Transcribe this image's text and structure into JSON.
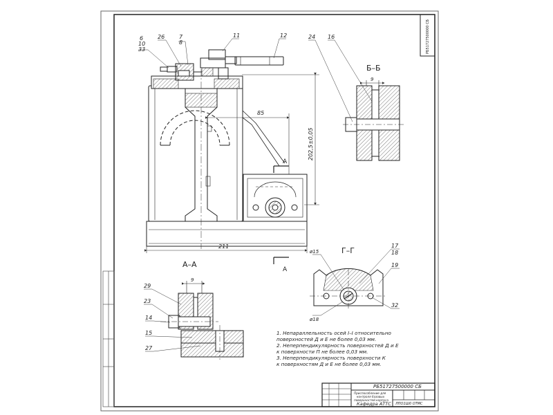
{
  "drawing": {
    "doc_code_vertical": "РБ51727500000 СБ",
    "views": {
      "section_bb": "Б–Б",
      "section_aa": "А–А",
      "section_gg": "Г–Г",
      "cut_mark_a": "А"
    },
    "callouts": {
      "c6": "6",
      "c10": "10",
      "c33": "33",
      "c26": "26",
      "c7": "7",
      "c8": "8",
      "c11": "11",
      "c12": "12",
      "c24": "24",
      "c16": "16",
      "c29": "29",
      "c23": "23",
      "c14": "14",
      "c15": "15",
      "c27": "27",
      "c17": "17",
      "c18": "18",
      "c19": "19",
      "c32": "32"
    },
    "dimensions": {
      "d85": "85",
      "d2025": "202,5±0,05",
      "d211": "211",
      "d9_bb": "9",
      "d9_aa": "9",
      "dphi15": "ø15",
      "dphi18": "ø18"
    },
    "notes": [
      "1. Непараллельность  осей I–I относительно",
      "поверхностей Д и Е не более 0,03 мм.",
      "2. Неперпендикулярность поверхностей Д и Е",
      "к поверхности П не более 0,03 мм.",
      "3. Неперпендикулярность поверхности К",
      "к поверхностям Д и Е не более 0,03 мм."
    ],
    "title_block": {
      "doc_code": "РБ51727500000 СБ",
      "name_line1": "Приспособление для",
      "name_line2": "контроля базовых",
      "name_line3": "поверхностей корпуса",
      "organization": "Кафедра АТТС",
      "group": "ЛПО1Ш0 ОТМС"
    }
  }
}
